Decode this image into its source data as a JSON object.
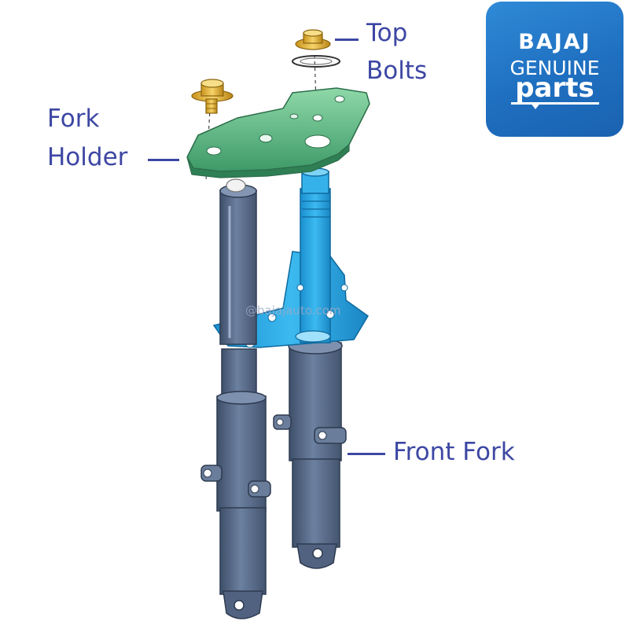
{
  "labels": {
    "top_bolts_line1": "Top",
    "top_bolts_line2": "Bolts",
    "fork_holder_line1": "Fork",
    "fork_holder_line2": "Holder",
    "front_fork": "Front Fork"
  },
  "logo": {
    "line1": "BAJAJ",
    "line2": "GENUINE",
    "line3": "parts"
  },
  "watermark": "@bajajauto.com",
  "colors": {
    "label_text": "#3d47a3",
    "fork_holder": "#4fae7a",
    "steering_stem": "#2aa6e0",
    "fork_tubes": "#5b6f8c",
    "top_bolt": "#e2b43a",
    "logo_bg": "#1f6fc0"
  }
}
